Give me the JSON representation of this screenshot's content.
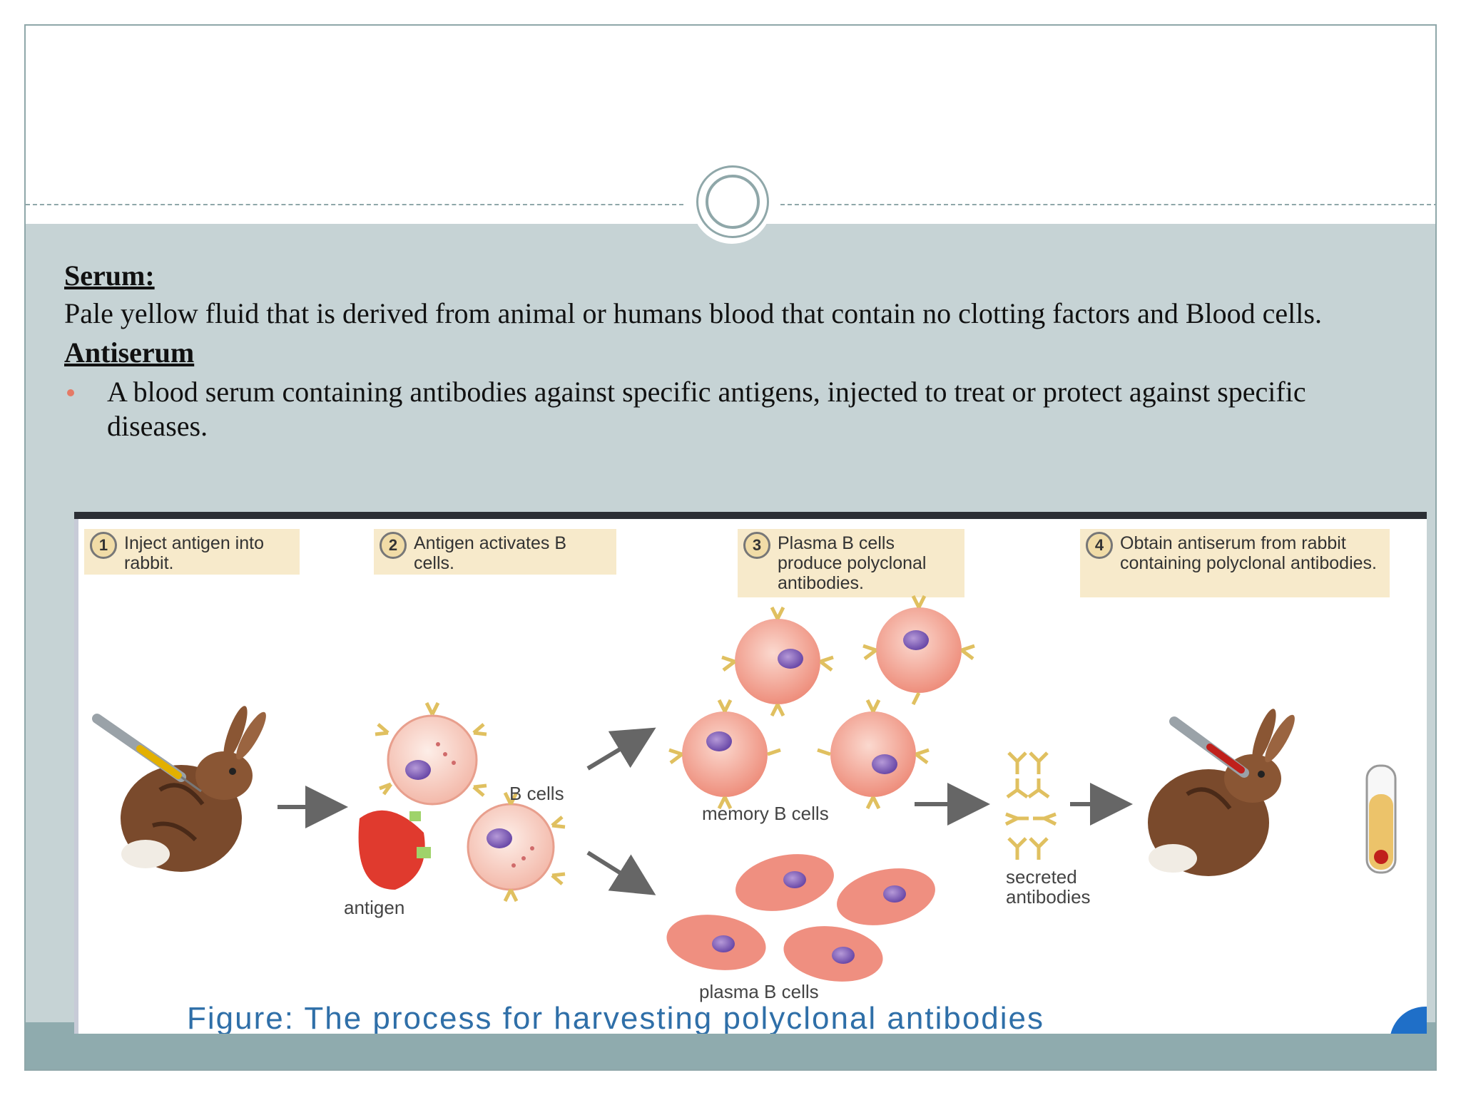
{
  "slide": {
    "serum_heading": "Serum:",
    "serum_text": "Pale yellow fluid that is derived from animal or humans blood that contain no clotting factors and Blood cells.",
    "antiserum_heading": "Antiserum",
    "antiserum_bullet": "A blood serum containing antibodies against specific antigens, injected to treat or protect against specific diseases."
  },
  "figure": {
    "steps": [
      {
        "num": "1",
        "text": "Inject antigen into rabbit."
      },
      {
        "num": "2",
        "text": "Antigen activates B cells."
      },
      {
        "num": "3",
        "text": "Plasma B cells produce polyclonal antibodies."
      },
      {
        "num": "4",
        "text": "Obtain antiserum from rabbit containing polyclonal antibodies."
      }
    ],
    "labels": {
      "b_cells": "B cells",
      "antigen": "antigen",
      "memory_b_cells": "memory B cells",
      "secreted_antibodies": "secreted antibodies",
      "plasma_b_cells": "plasma B cells"
    },
    "caption": "Figure: The process for harvesting polyclonal antibodies"
  },
  "colors": {
    "band": "#c6d3d5",
    "footer": "#8fabae",
    "bullet": "#e57a66",
    "caption": "#2f6fa8"
  }
}
